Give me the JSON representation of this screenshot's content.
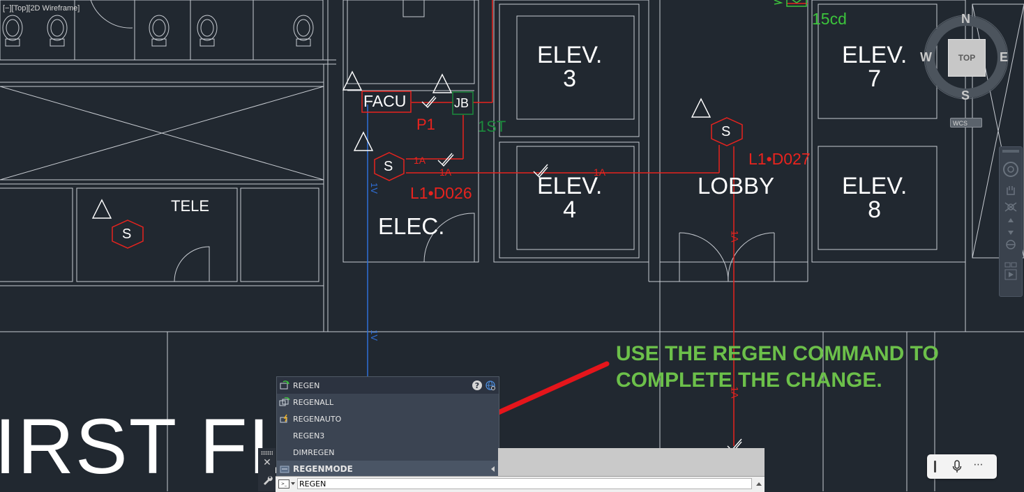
{
  "viewport": {
    "label": "[−][Top][2D Wireframe]"
  },
  "drawing": {
    "rooms": [
      {
        "id": "elev3",
        "text": "ELEV.\n3"
      },
      {
        "id": "elev4",
        "text": "ELEV.\n4"
      },
      {
        "id": "elev7",
        "text": "ELEV.\n7"
      },
      {
        "id": "elev8",
        "text": "ELEV.\n8"
      },
      {
        "id": "lobby",
        "text": "LOBBY"
      },
      {
        "id": "elec",
        "text": "ELEC."
      },
      {
        "id": "tele",
        "text": "TELE"
      }
    ],
    "facu": "FACU",
    "jb": "JB",
    "p1": "P1",
    "one_st": "1ST",
    "cd": "15cd",
    "l1_d026": "L1•D026",
    "l1_d027": "L1•D027",
    "sensor_label": "S",
    "wire_1a": "1A",
    "wire_1v": "1V",
    "floor_title": "IRST FL",
    "colors": {
      "wall": "#c8ccd2",
      "red": "#e8231e",
      "blue": "#2f6fd8",
      "green": "#3cc43c",
      "bg": "#212830"
    }
  },
  "instruction": {
    "text": "USE THE REGEN COMMAND TO\nCOMPLETE THE CHANGE."
  },
  "autocomplete": {
    "items": [
      {
        "label": "REGEN",
        "icon": "regen-icon"
      },
      {
        "label": "REGENALL",
        "icon": "regenall-icon"
      },
      {
        "label": "REGENAUTO",
        "icon": "regenauto-icon"
      },
      {
        "label": "REGEN3",
        "icon": ""
      },
      {
        "label": "DIMREGEN",
        "icon": ""
      },
      {
        "label": "REGENMODE",
        "icon": "sysvar-icon"
      }
    ],
    "help": "?"
  },
  "command_line": {
    "value": "REGEN"
  },
  "viewcube": {
    "top": "TOP",
    "n": "N",
    "s": "S",
    "e": "E",
    "w": "W",
    "wcs": "WCS"
  },
  "floatbar": {
    "more": "⋯"
  }
}
